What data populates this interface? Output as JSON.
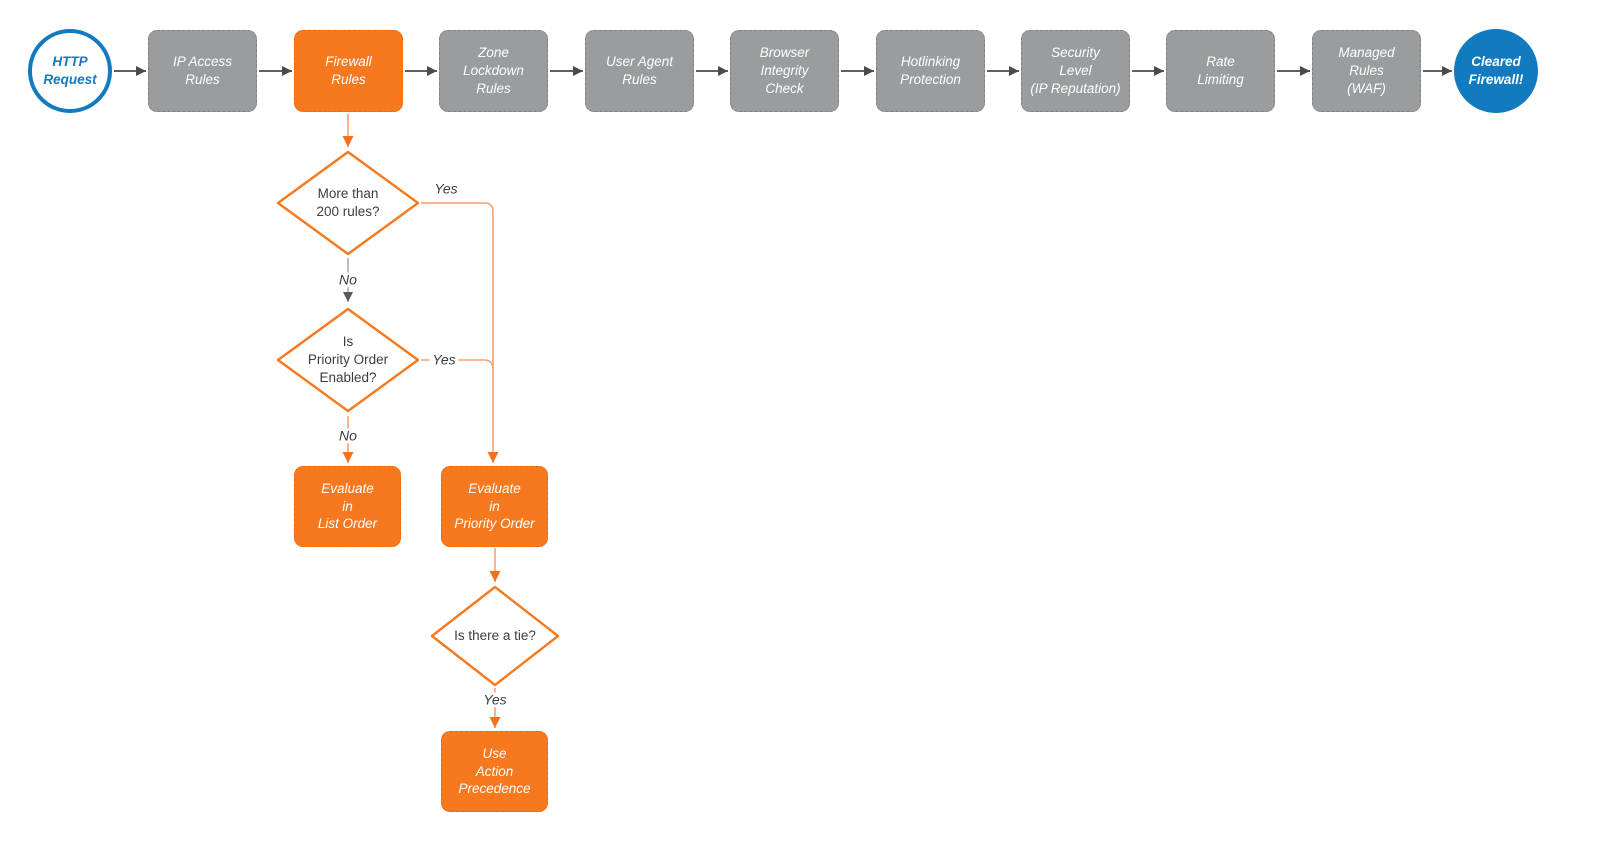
{
  "diagram": {
    "start_node": {
      "label": "HTTP\nRequest"
    },
    "end_node": {
      "label": "Cleared\nFirewall!"
    },
    "pipeline": [
      {
        "id": "ip-access-rules",
        "label": "IP Access\nRules",
        "variant": "gray"
      },
      {
        "id": "firewall-rules",
        "label": "Firewall\nRules",
        "variant": "orange"
      },
      {
        "id": "zone-lockdown-rules",
        "label": "Zone\nLockdown\nRules",
        "variant": "gray"
      },
      {
        "id": "user-agent-rules",
        "label": "User Agent\nRules",
        "variant": "gray"
      },
      {
        "id": "browser-integrity-check",
        "label": "Browser\nIntegrity\nCheck",
        "variant": "gray"
      },
      {
        "id": "hotlinking-protection",
        "label": "Hotlinking\nProtection",
        "variant": "gray"
      },
      {
        "id": "security-level-ip-reputation",
        "label": "Security\nLevel\n(IP Reputation)",
        "variant": "gray"
      },
      {
        "id": "rate-limiting",
        "label": "Rate\nLimiting",
        "variant": "gray"
      },
      {
        "id": "managed-rules-waf",
        "label": "Managed\nRules\n(WAF)",
        "variant": "gray"
      }
    ],
    "decisions": [
      {
        "id": "more-than-200-rules",
        "label": "More than\n200 rules?"
      },
      {
        "id": "priority-order-enabled",
        "label": "Is\nPriority Order\nEnabled?"
      },
      {
        "id": "is-there-a-tie",
        "label": "Is there a tie?"
      }
    ],
    "actions": [
      {
        "id": "evaluate-in-list-order",
        "label": "Evaluate\nin\nList Order"
      },
      {
        "id": "evaluate-in-priority-order",
        "label": "Evaluate\nin\nPriority Order"
      },
      {
        "id": "use-action-precedence",
        "label": "Use\nAction\nPrecedence"
      }
    ],
    "edge_labels": [
      {
        "id": "yes-more-than-200",
        "text": "Yes"
      },
      {
        "id": "no-more-than-200",
        "text": "No"
      },
      {
        "id": "yes-priority-enabled",
        "text": "Yes"
      },
      {
        "id": "no-priority-enabled",
        "text": "No"
      },
      {
        "id": "yes-tie",
        "text": "Yes"
      }
    ],
    "colors": {
      "accent_orange": "#f6791f",
      "orange_line": "#f79e70",
      "gray_node": "#9a9c9e",
      "dark_line": "#4a4a4a",
      "blue": "#127abf",
      "text_dark": "#3d3d3d"
    }
  }
}
